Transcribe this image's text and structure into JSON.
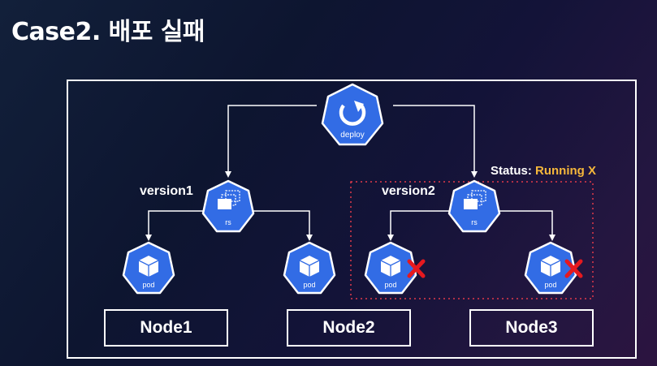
{
  "title": "Case2. 배포 실패",
  "deploy": {
    "label": "deploy"
  },
  "replicasets": [
    {
      "version": "version1",
      "label": "rs"
    },
    {
      "version": "version2",
      "label": "rs"
    }
  ],
  "status": {
    "prefix": "Status:",
    "value": "Running X"
  },
  "pods": [
    {
      "label": "pod",
      "failed": false
    },
    {
      "label": "pod",
      "failed": false
    },
    {
      "label": "pod",
      "failed": true
    },
    {
      "label": "pod",
      "failed": true
    }
  ],
  "nodes": [
    "Node1",
    "Node2",
    "Node3"
  ],
  "colors": {
    "k8s_blue": "#326ce5",
    "status_accent": "#f5b73b",
    "fail_red": "#e5191f",
    "dotted_border": "#e23a4a"
  }
}
